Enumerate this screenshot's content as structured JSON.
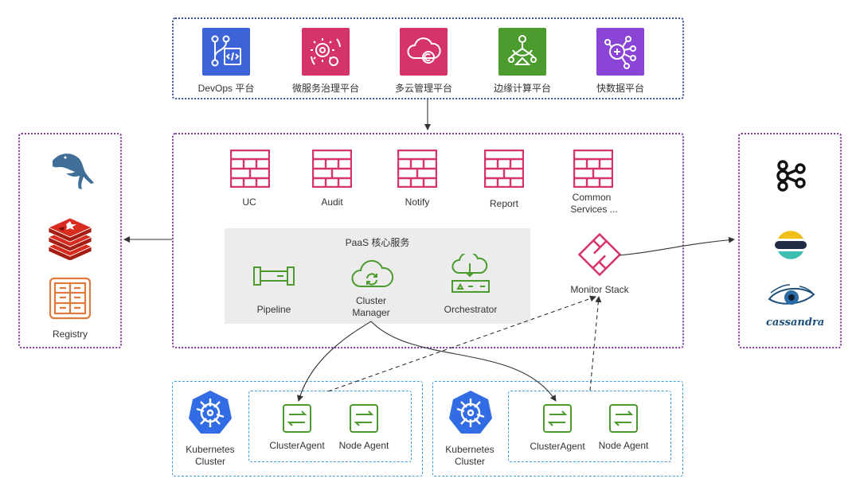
{
  "platforms": [
    {
      "label": "DevOps 平台",
      "icon": "devops-icon",
      "color": "#3d63d9"
    },
    {
      "label": "微服务治理平台",
      "icon": "microservice-gear-icon",
      "color": "#d6336c"
    },
    {
      "label": "多云管理平台",
      "icon": "multicloud-icon",
      "color": "#d6336c"
    },
    {
      "label": "边缘计算平台",
      "icon": "edge-computing-icon",
      "color": "#4b9b2f"
    },
    {
      "label": "快数据平台",
      "icon": "fast-data-icon",
      "color": "#8a44d6"
    }
  ],
  "services": [
    {
      "label": "UC"
    },
    {
      "label": "Audit"
    },
    {
      "label": "Notify"
    },
    {
      "label": "Report"
    },
    {
      "label_line1": "Common",
      "label_line2": "Services  ..."
    }
  ],
  "core": {
    "title": "PaaS 核心服务",
    "pipeline": "Pipeline",
    "cluster_manager_1": "Cluster",
    "cluster_manager_2": "Manager",
    "orchestrator": "Orchestrator"
  },
  "monitor_stack": "Monitor Stack",
  "left_storage": {
    "registry": "Registry",
    "icons": [
      "mysql-icon",
      "redis-icon",
      "registry-icon"
    ]
  },
  "right_storage": {
    "icons": [
      "kafka-icon",
      "elasticsearch-icon",
      "cassandra-icon"
    ],
    "cassandra_text": "cassandra"
  },
  "clusters": [
    {
      "k8s_1": "Kubernetes",
      "k8s_2": "Cluster",
      "agent": "ClusterAgent",
      "node_agent": "Node Agent"
    },
    {
      "k8s_1": "Kubernetes",
      "k8s_2": "Cluster",
      "agent": "ClusterAgent",
      "node_agent": "Node Agent"
    }
  ],
  "colors": {
    "navy": "#3b4f8f",
    "purple": "#7d3c98",
    "pink": "#d6336c",
    "green": "#4b9b2f",
    "blue": "#3c9de0",
    "k8s": "#326ce5"
  }
}
